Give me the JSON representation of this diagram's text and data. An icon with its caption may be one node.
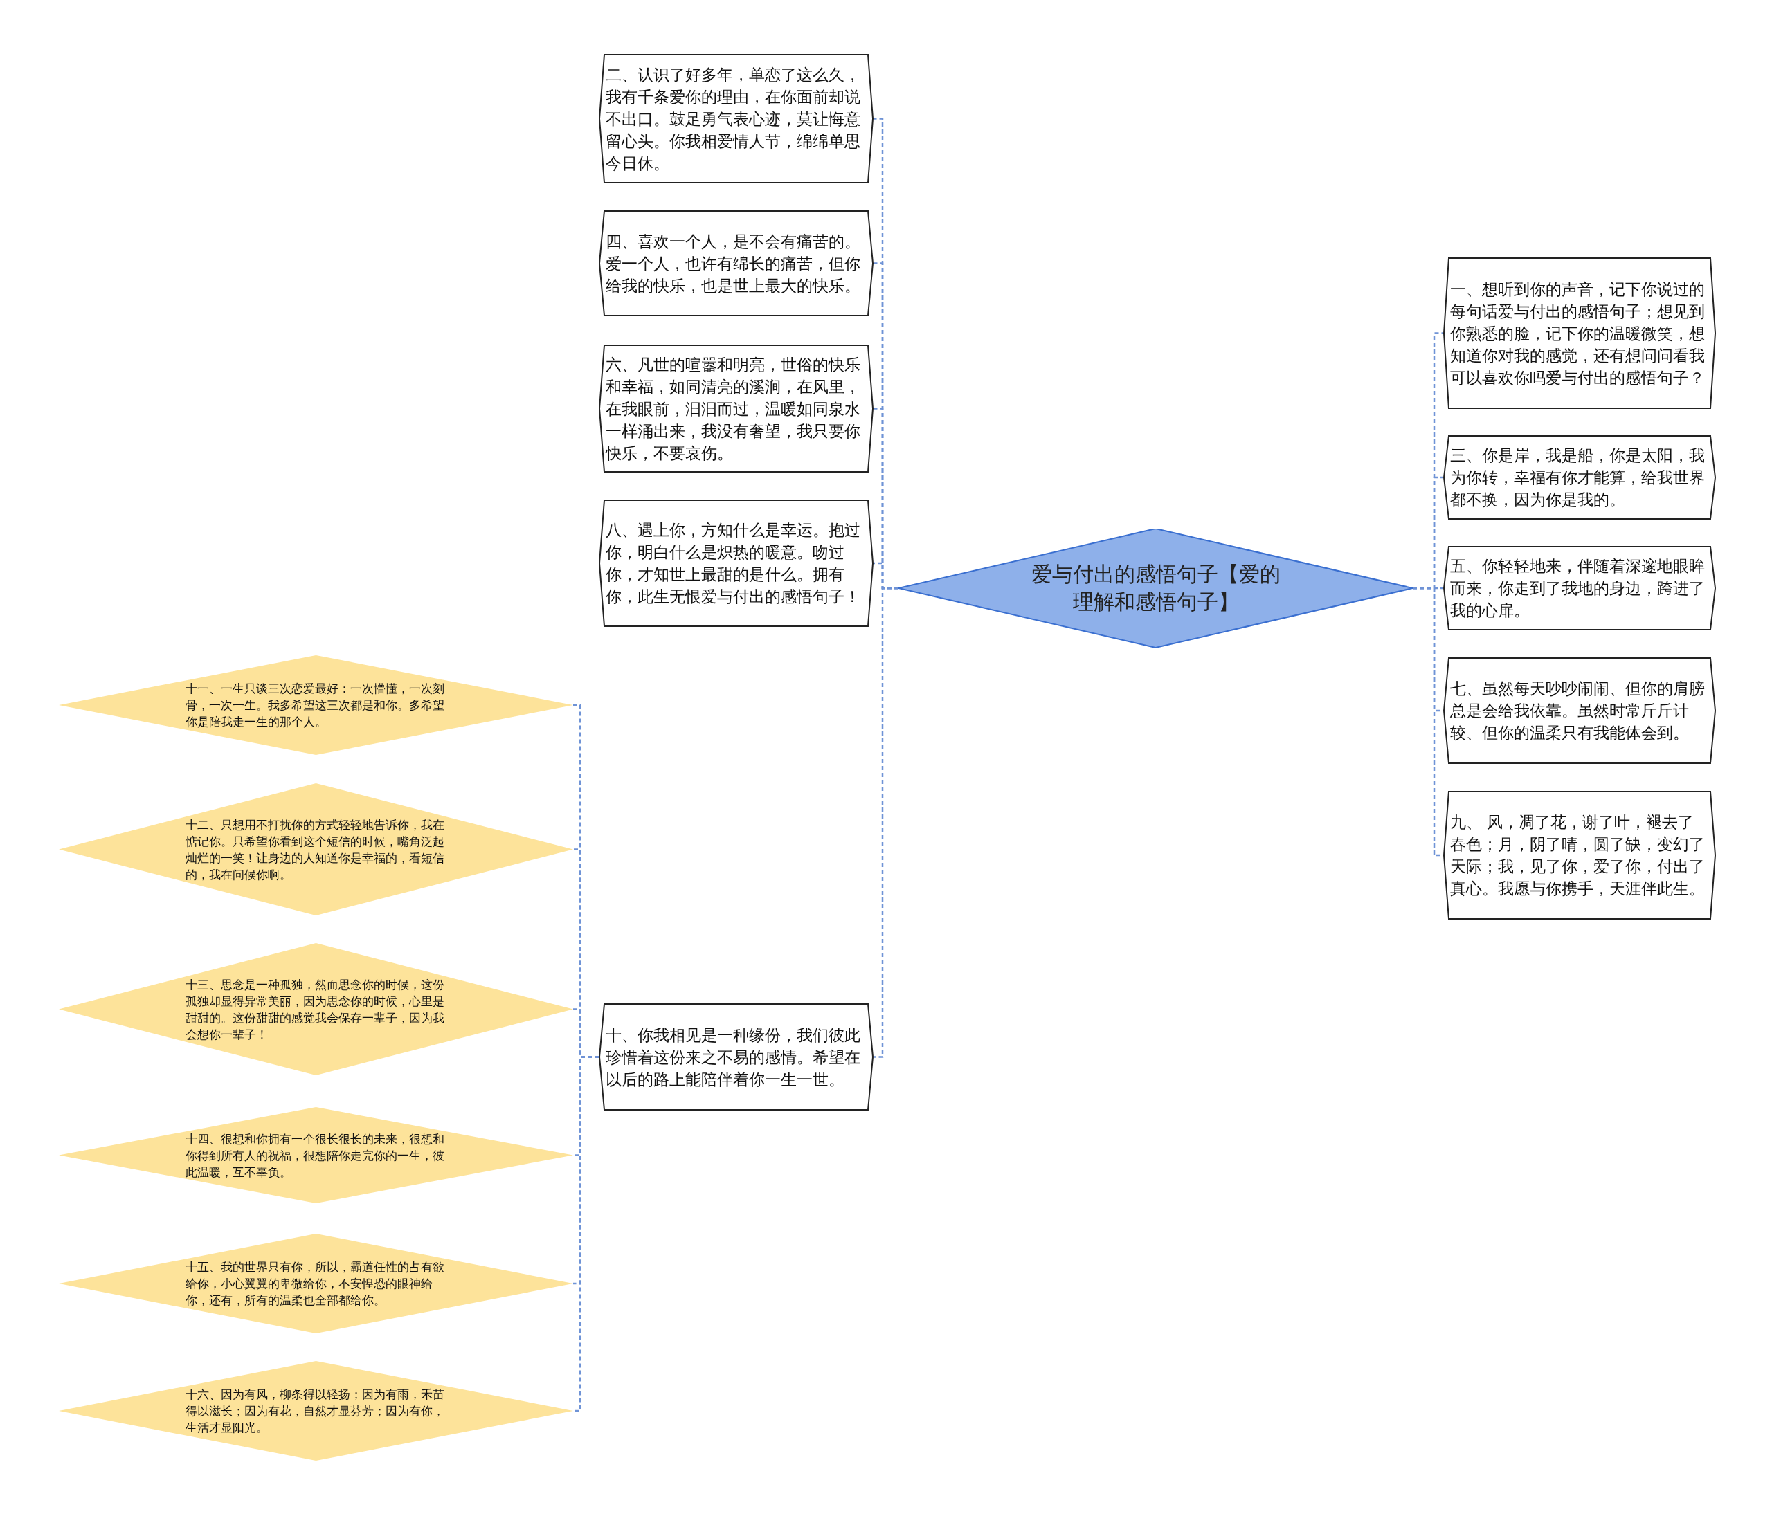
{
  "diagram": {
    "nodes": [
      {
        "text": [
          "爱与付出的感悟句子【爱的理解和感悟句子】"
        ]
      },
      {
        "text": [
          "一、想听到你的声音，记下你说过的每句话爱与付出的感悟句子；想见到你熟悉的脸，记下你的温暖微笑，想知道你对我的感觉，还有想问问看我可以喜欢你吗爱与付出的感悟句子？"
        ]
      },
      {
        "text": [
          "三、你是岸，我是船，你是太阳，我为你转，幸福有你才能算，给我世界都不换，因为你是我的。"
        ]
      },
      {
        "text": [
          "五、你轻轻地来，伴随着深邃地眼眸而来，你走到了我地的身边，跨进了我的心扉。"
        ]
      },
      {
        "text": [
          "七、虽然每天吵吵闹闹、但你的肩膀总是会给我依靠。虽然时常斤斤计较、但你的温柔只有我能体会到。"
        ]
      },
      {
        "text": [
          "九、 风，凋了花，谢了叶，褪去了春色；月，阴了晴，圆了缺，变幻了天际；我，见了你，爱了你，付出了真心。我愿与你携手，天涯伴此生。"
        ]
      },
      {
        "text": [
          "二、认识了好多年，单恋了这么久，我有千条爱你的理由，在你面前却说不出口。鼓足勇气表心迹，莫让悔意留心头。你我相爱情人节，绵绵单思今日休。"
        ]
      },
      {
        "text": [
          "四、喜欢一个人，是不会有痛苦的。爱一个人，也许有绵长的痛苦，但你给我的快乐，也是世上最大的快乐。"
        ]
      },
      {
        "text": [
          "六、凡世的喧嚣和明亮，世俗的快乐和幸福，如同清亮的溪涧，在风里，在我眼前，汩汩而过，温暖如同泉水一样涌出来，我没有奢望，我只要你快乐，不要哀伤。"
        ]
      },
      {
        "text": [
          "八、遇上你，方知什么是幸运。抱过你，明白什么是炽热的暖意。吻过你，才知世上最甜的是什么。拥有你，此生无恨爱与付出的感悟句子！"
        ]
      },
      {
        "text": [
          "十、你我相见是一种缘份，我们彼此珍惜着这份来之不易的感情。希望在以后的路上能陪伴着你一生一世。"
        ]
      },
      {
        "text": [
          "十一、一生只谈三次恋爱最好：一次懵懂，一次刻骨，一次一生。我多希望这三次都是和你。多希望你是陪我走一生的那个人。"
        ]
      },
      {
        "text": [
          "十二、只想用不打扰你的方式轻轻地告诉你，我在惦记你。只希望你看到这个短信的时候，嘴角泛起灿烂的一笑！让身边的人知道你是幸福的，看短信的，我在问候你啊。"
        ]
      },
      {
        "text": [
          "十三、思念是一种孤独，然而思念你的时候，这份孤独却显得异常美丽，因为思念你的时候，心里是甜甜的。这份甜甜的感觉我会保存一辈子，因为我会想你一辈子！"
        ]
      },
      {
        "text": [
          "十四、很想和你拥有一个很长很长的未来，很想和你得到所有人的祝福，很想陪你走完你的一生，彼此温暖，互不辜负。"
        ]
      },
      {
        "text": [
          "十五、我的世界只有你，所以，霸道任性的占有欲给你，小心翼翼的卑微给你，不安惶恐的眼神给你，还有，所有的温柔也全部都给你。"
        ]
      },
      {
        "text": [
          "十六、因为有风，柳条得以轻扬；因为有雨，禾苗得以滋长；因为有花，自然才显芬芳；因为有你，生活才显阳光。"
        ]
      }
    ],
    "edges": [
      {
        "from": 0,
        "to": 1,
        "arrow": "none",
        "style": "dashed"
      },
      {
        "from": 0,
        "to": 2,
        "arrow": "none",
        "style": "dashed"
      },
      {
        "from": 0,
        "to": 3,
        "arrow": "none",
        "style": "dashed"
      },
      {
        "from": 0,
        "to": 4,
        "arrow": "none",
        "style": "dashed"
      },
      {
        "from": 0,
        "to": 5,
        "arrow": "none",
        "style": "dashed"
      },
      {
        "from": 0,
        "to": 6,
        "arrow": "none",
        "style": "dashed"
      },
      {
        "from": 0,
        "to": 7,
        "arrow": "none",
        "style": "dashed"
      },
      {
        "from": 0,
        "to": 8,
        "arrow": "none",
        "style": "dashed"
      },
      {
        "from": 0,
        "to": 9,
        "arrow": "none",
        "style": "dashed"
      },
      {
        "from": 0,
        "to": 10,
        "arrow": "none",
        "style": "dashed"
      },
      {
        "from": 10,
        "to": 11,
        "arrow": "none",
        "style": "dashed"
      },
      {
        "from": 10,
        "to": 12,
        "arrow": "none",
        "style": "dashed"
      },
      {
        "from": 10,
        "to": 13,
        "arrow": "none",
        "style": "dashed"
      },
      {
        "from": 10,
        "to": 14,
        "arrow": "none",
        "style": "dashed"
      },
      {
        "from": 10,
        "to": 15,
        "arrow": "none",
        "style": "dashed"
      },
      {
        "from": 10,
        "to": 16,
        "arrow": "none",
        "style": "dashed"
      }
    ]
  }
}
